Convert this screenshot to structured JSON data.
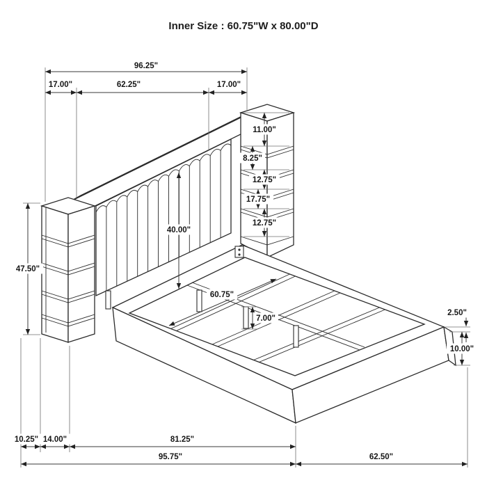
{
  "title": "Inner Size : 60.75\"W x 80.00\"D",
  "dims": {
    "overall_width": "96.25\"",
    "left_pier_width": "17.00\"",
    "headboard_width": "62.25\"",
    "right_pier_width": "17.00\"",
    "pier_top_gap": "11.00\"",
    "shelf_gap_1": "8.25\"",
    "shelf_gap_2": "12.75\"",
    "shelf_gap_3": "17.75\"",
    "shelf_gap_4": "12.75\"",
    "headboard_height": "40.00\"",
    "pier_height": "47.50\"",
    "inner_width": "60.75\"",
    "center_leg_height": "7.00\"",
    "rail_lip": "2.50\"",
    "footboard_height": "10.00\"",
    "pier_back_offset": "10.25\"",
    "pier_depth": "14.00\"",
    "inner_length": "81.25\"",
    "overall_depth": "95.75\"",
    "footboard_width": "62.50\""
  }
}
